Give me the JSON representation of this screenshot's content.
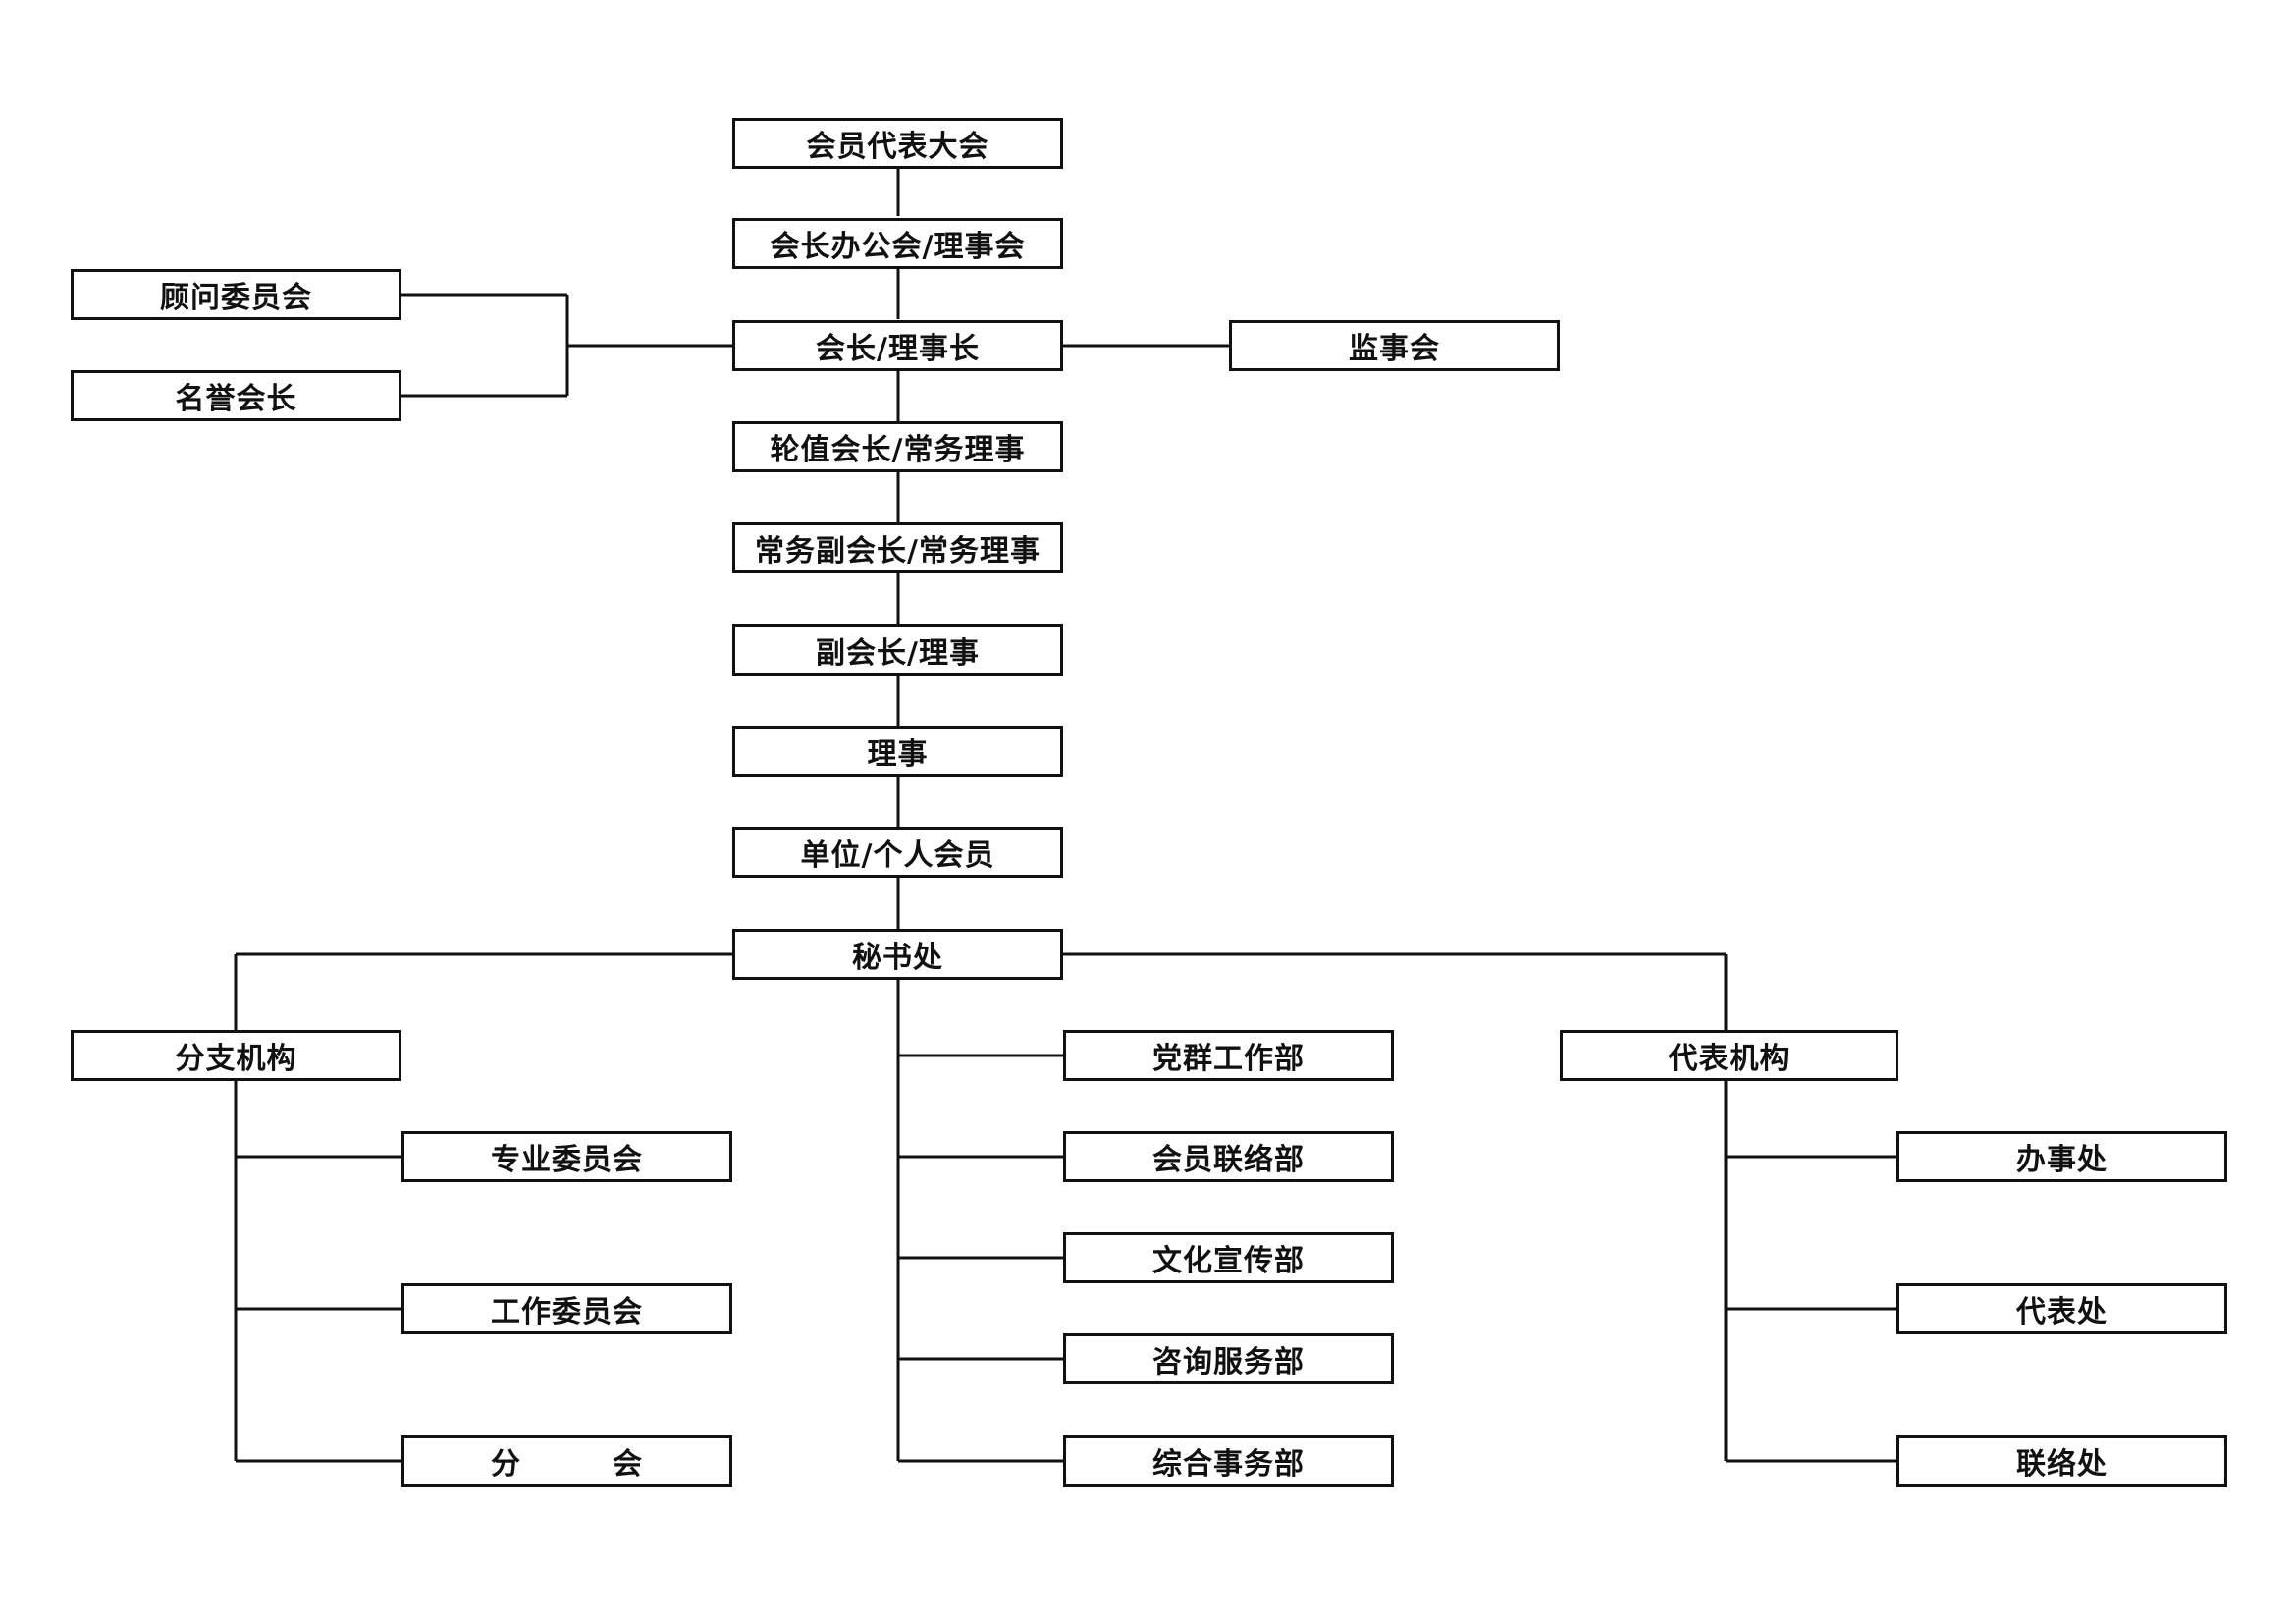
{
  "nodes": {
    "congress": "会员代表大会",
    "office": "会长办公会/理事会",
    "advisory": "顾问委员会",
    "honorary": "名誉会长",
    "president": "会长/理事长",
    "supervisors": "监事会",
    "rotating": "轮值会长/常务理事",
    "exec_vp": "常务副会长/常务理事",
    "vp": "副会长/理事",
    "directors": "理事",
    "members": "单位/个人会员",
    "secretariat": "秘书处",
    "branches": "分支机构",
    "pro_committee": "专业委员会",
    "work_committee": "工作委员会",
    "branch_assoc": "分　　　会",
    "party": "党群工作部",
    "liaison_dept": "会员联络部",
    "culture": "文化宣传部",
    "consulting": "咨询服务部",
    "general": "综合事务部",
    "reps": "代表机构",
    "rep_office": "办事处",
    "rep_point": "代表处",
    "liaison_office": "联络处"
  }
}
